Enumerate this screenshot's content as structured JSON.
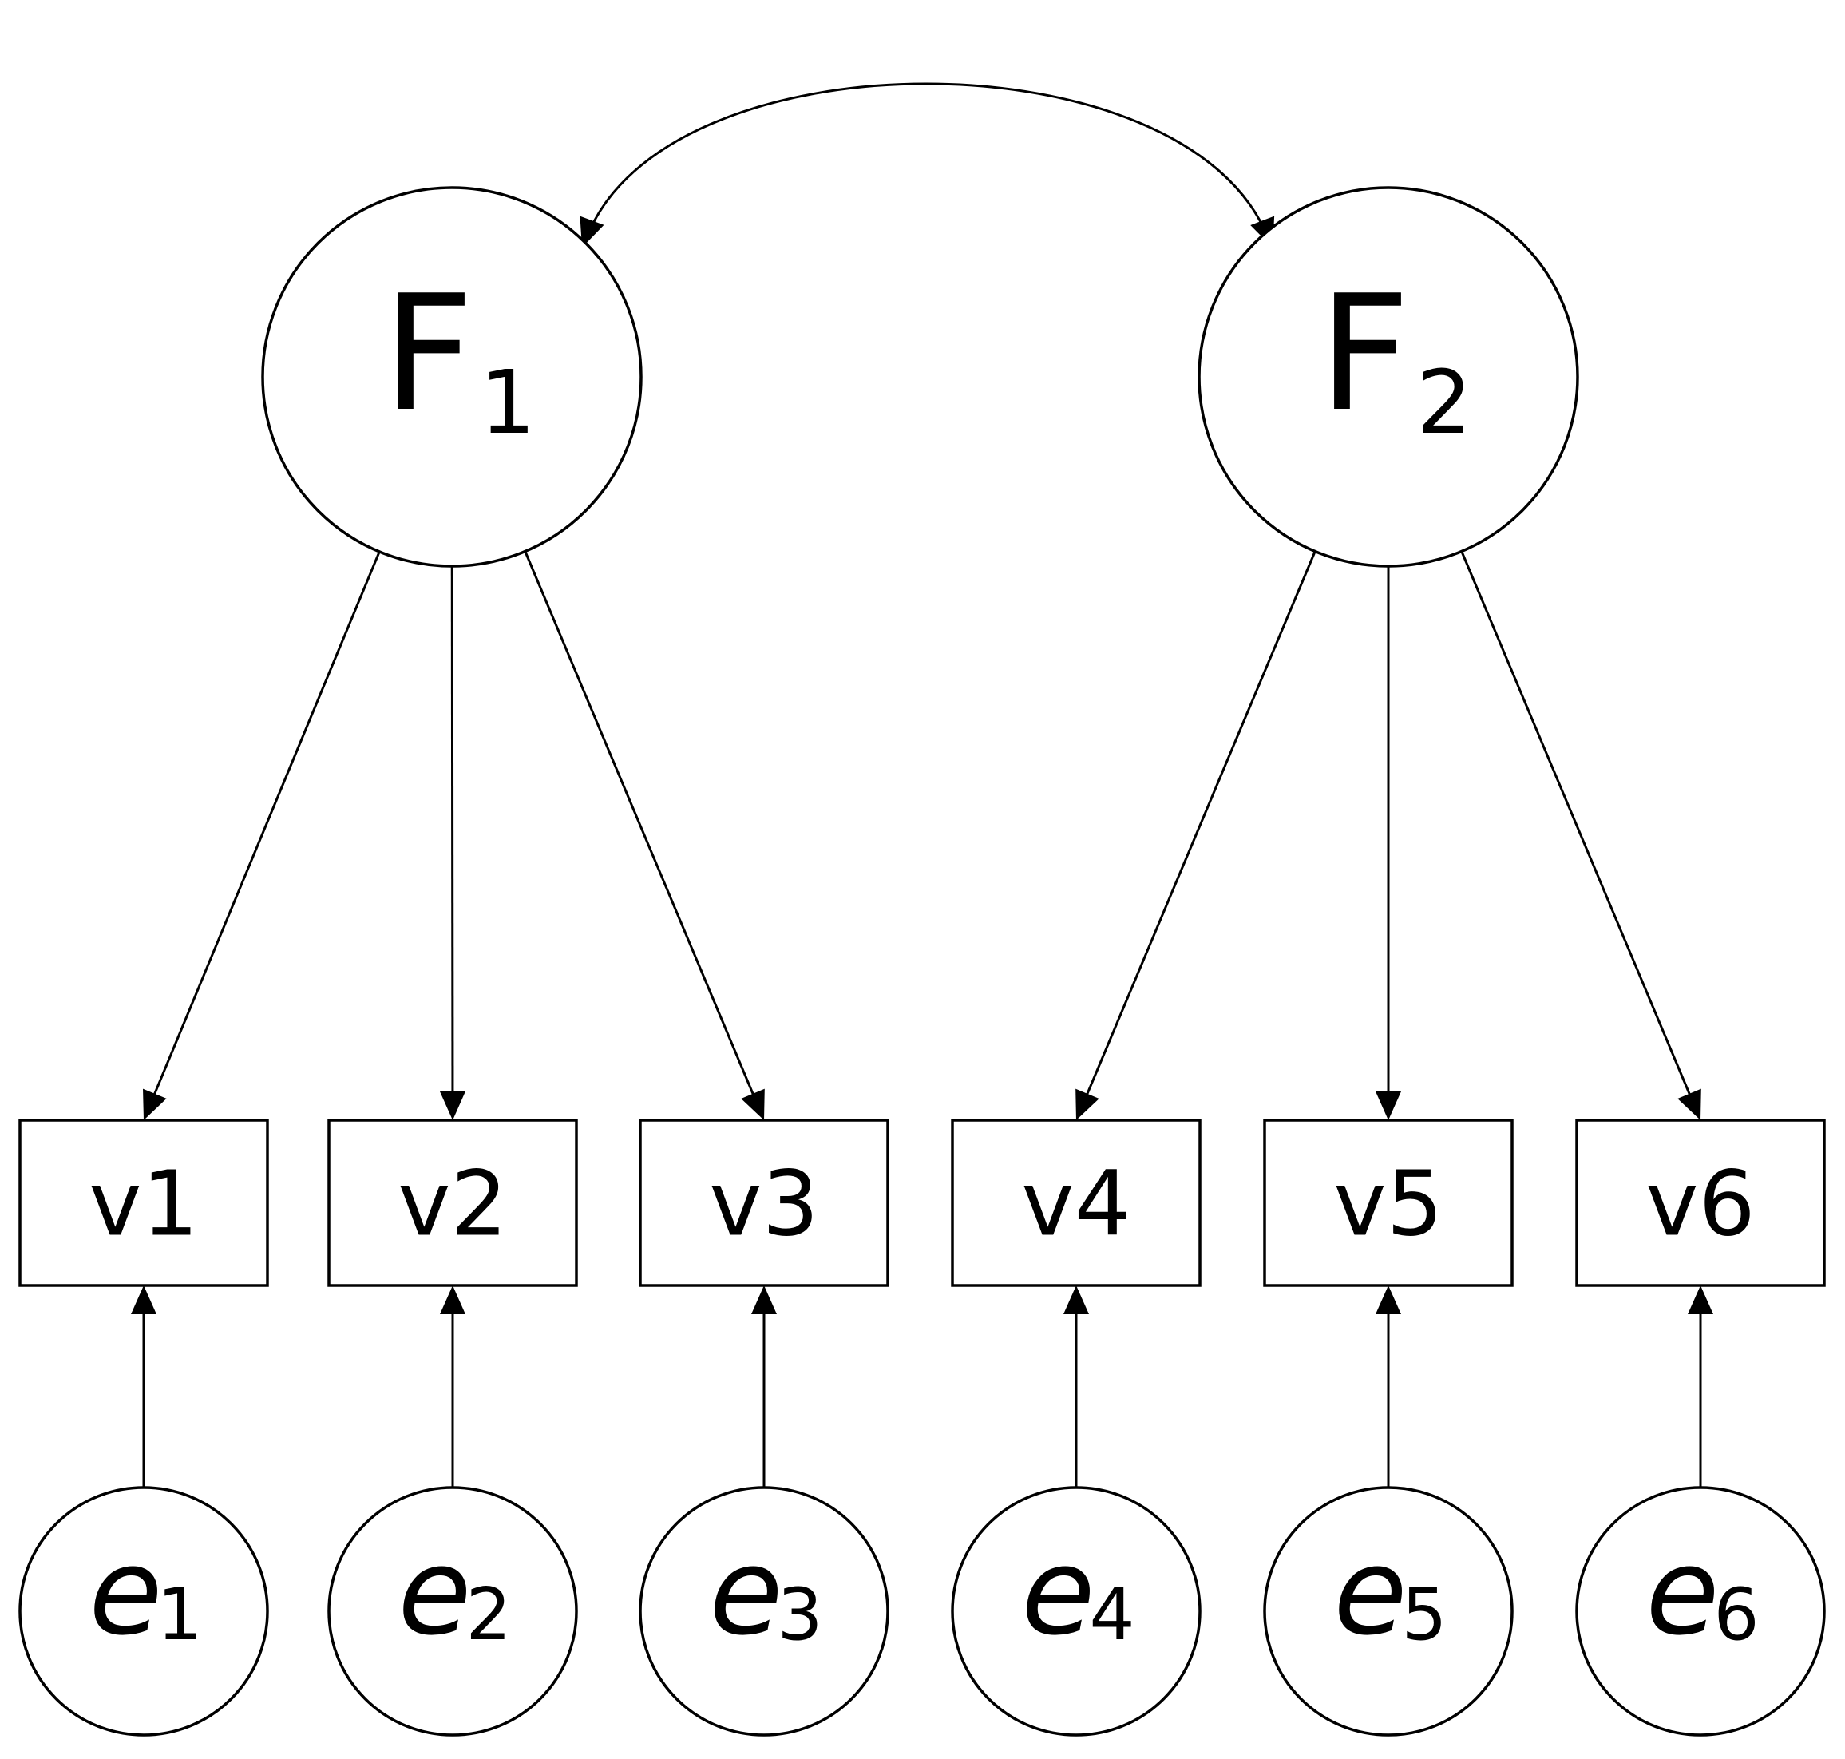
{
  "diagram": {
    "type": "structural-equation-model",
    "colors": {
      "stroke": "#000000",
      "fill": "#ffffff",
      "text": "#000000"
    },
    "factors": [
      {
        "id": "F1",
        "base": "F",
        "sub": "1"
      },
      {
        "id": "F2",
        "base": "F",
        "sub": "2"
      }
    ],
    "observed": [
      {
        "id": "v1",
        "label": "v1",
        "factor": "F1"
      },
      {
        "id": "v2",
        "label": "v2",
        "factor": "F1"
      },
      {
        "id": "v3",
        "label": "v3",
        "factor": "F1"
      },
      {
        "id": "v4",
        "label": "v4",
        "factor": "F2"
      },
      {
        "id": "v5",
        "label": "v5",
        "factor": "F2"
      },
      {
        "id": "v6",
        "label": "v6",
        "factor": "F2"
      }
    ],
    "errors": [
      {
        "id": "e1",
        "base": "e",
        "sub": "1",
        "target": "v1"
      },
      {
        "id": "e2",
        "base": "e",
        "sub": "2",
        "target": "v2"
      },
      {
        "id": "e3",
        "base": "e",
        "sub": "3",
        "target": "v3"
      },
      {
        "id": "e4",
        "base": "e",
        "sub": "4",
        "target": "v4"
      },
      {
        "id": "e5",
        "base": "e",
        "sub": "5",
        "target": "v5"
      },
      {
        "id": "e6",
        "base": "e",
        "sub": "6",
        "target": "v6"
      }
    ],
    "covariances": [
      {
        "from": "F1",
        "to": "F2",
        "bidirectional": true
      }
    ]
  }
}
